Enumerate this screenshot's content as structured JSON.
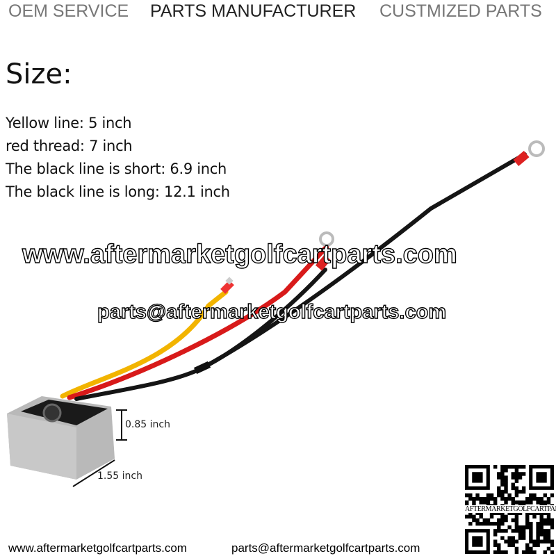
{
  "header": {
    "items": [
      {
        "label": "OEM SERVICE",
        "color": "#777777"
      },
      {
        "label": "PARTS MANUFACTURER",
        "color": "#222222"
      },
      {
        "label": "CUSTMIZED PARTS",
        "color": "#777777"
      }
    ]
  },
  "size": {
    "title": "Size:",
    "specs": [
      "Yellow line: 5 inch",
      "red thread: 7 inch",
      "The black line is short:  6.9 inch",
      "The black line is long:  12.1 inch"
    ]
  },
  "watermark": {
    "website": "www.aftermarketgolfcartparts.com",
    "email": "parts@aftermarketgolfcartparts.com"
  },
  "dimensions": {
    "height": "0.85 inch",
    "width": "1.55 inch"
  },
  "qr": {
    "caption": "AFTERMARKETGOLFCARTPARTS"
  },
  "footer": {
    "website": "www.aftermarketgolfcartparts.com",
    "email": "parts@aftermarketgolfcartparts.com"
  },
  "colors": {
    "yellow_wire": "#f2b400",
    "red_wire": "#d81a1a",
    "black_wire": "#151515"
  }
}
